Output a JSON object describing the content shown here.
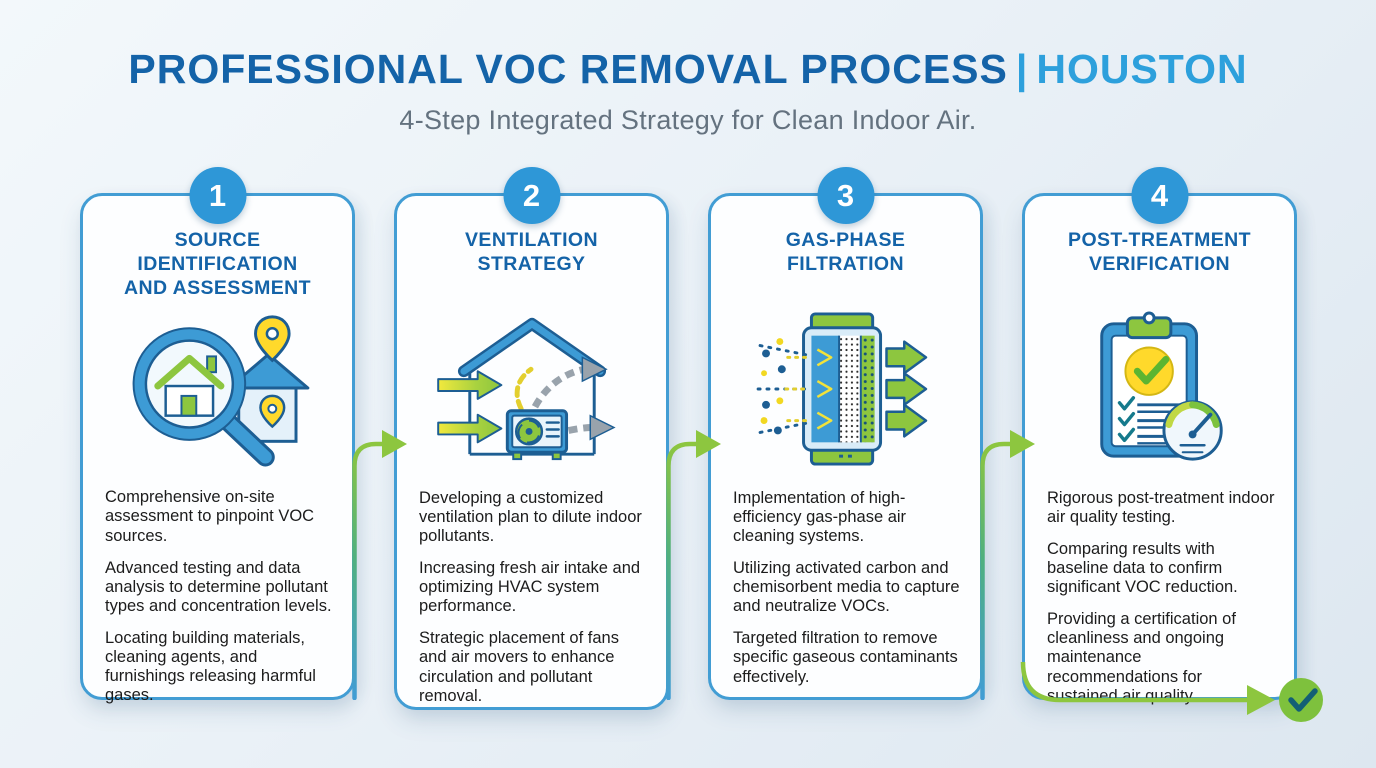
{
  "header": {
    "title_main": "PROFESSIONAL VOC REMOVAL PROCESS",
    "title_separator": "|",
    "title_location": "HOUSTON",
    "subtitle": "4-Step Integrated Strategy for Clean Indoor Air."
  },
  "steps": [
    {
      "number": "1",
      "title": "SOURCE IDENTIFICATION AND ASSESSMENT",
      "title_lines": [
        "SOURCE",
        "IDENTIFICATION",
        "AND ASSESSMENT"
      ],
      "icon": "magnifier-house-icon",
      "paragraphs": [
        "Comprehensive on-site assessment to pinpoint VOC sources.",
        "Advanced testing and data analysis to determine pollutant types and concentration levels.",
        "Locating building materials, cleaning agents, and furnishings releasing harmful gases."
      ]
    },
    {
      "number": "2",
      "title": "VENTILATION STRATEGY",
      "title_lines": [
        "VENTILATION",
        "STRATEGY"
      ],
      "icon": "ventilation-house-icon",
      "paragraphs": [
        "Developing a customized ventilation plan to dilute indoor pollutants.",
        "Increasing fresh air intake and optimizing HVAC system performance.",
        "Strategic placement of fans and air movers to enhance circulation and pollutant removal."
      ]
    },
    {
      "number": "3",
      "title": "GAS-PHASE FILTRATION",
      "title_lines": [
        "GAS-PHASE",
        "FILTRATION"
      ],
      "icon": "gas-phase-filter-icon",
      "paragraphs": [
        "Implementation of high-efficiency gas-phase air cleaning systems.",
        "Utilizing activated carbon and chemisorbent media to capture and neutralize VOCs.",
        "Targeted filtration to remove specific gaseous contaminants effectively."
      ]
    },
    {
      "number": "4",
      "title": "POST-TREATMENT VERIFICATION",
      "title_lines": [
        "POST-TREATMENT",
        "VERIFICATION"
      ],
      "icon": "clipboard-gauge-icon",
      "paragraphs": [
        "Rigorous post-treatment indoor air quality testing.",
        "Comparing results with baseline data to confirm significant VOC reduction.",
        "Providing a certification of cleanliness and ongoing maintenance recommendations for sustained air quality."
      ]
    }
  ],
  "connectors": {
    "between_steps_icon": "green-arrow-right-icon",
    "final_icon": "check-circle-icon"
  },
  "colors": {
    "title_primary": "#1463a8",
    "title_accent": "#2da0dc",
    "subtitle_gray": "#64727f",
    "card_border_blue": "#429dd4",
    "badge_blue": "#2e97d7",
    "body_text": "#1c1c1c",
    "arrow_green": "#8dc63f",
    "icon_navy": "#1d5e93",
    "icon_yellow": "#ffd92b",
    "check_teal": "#135f75"
  }
}
